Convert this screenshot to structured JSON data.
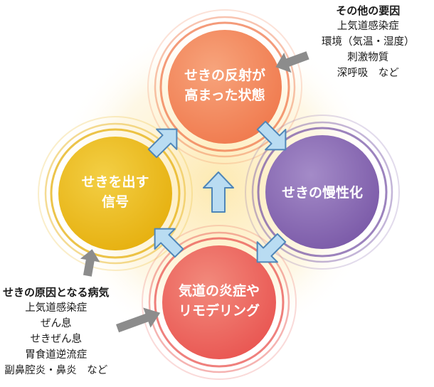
{
  "nodes": {
    "top": {
      "lines": [
        "せきの反射が",
        "高まった状態"
      ],
      "color": "#f07a4e",
      "color_light": "#f7a47c"
    },
    "right": {
      "lines": [
        "せきの慢性化"
      ],
      "color": "#7b5aa8",
      "color_light": "#a48bc8"
    },
    "bottom": {
      "lines": [
        "気道の炎症や",
        "リモデリング"
      ],
      "color": "#e95652",
      "color_light": "#f28a7c"
    },
    "left": {
      "lines": [
        "せきを出す",
        "信号"
      ],
      "color": "#e6b00f",
      "color_light": "#f3cf45"
    }
  },
  "other_factors": {
    "title": "その他の要因",
    "items": [
      "上気道感染症",
      "環境（気温・湿度）",
      "刺激物質",
      "深呼吸　など"
    ]
  },
  "causes": {
    "title": "せきの原因となる病気",
    "items": [
      "上気道感染症",
      "ぜん息",
      "せきぜん息",
      "胃食道逆流症",
      "副鼻腔炎・鼻炎　など"
    ]
  },
  "colors": {
    "arrow_light_blue": "#b9dcf2",
    "arrow_light_blue_stroke": "#4f86b8",
    "arrow_gray": "#8c8c8c"
  }
}
